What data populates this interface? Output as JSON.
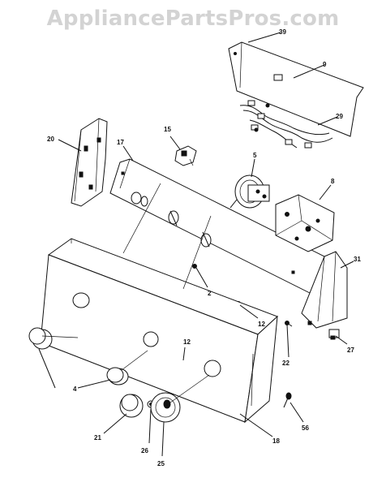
{
  "watermark": "AppliancePartsPros.com",
  "callouts": {
    "p39": "39",
    "p9": "9",
    "p29": "29",
    "p20": "20",
    "p15": "15",
    "p17": "17",
    "p5": "5",
    "p8": "8",
    "p31": "31",
    "p2": "2",
    "p12a": "12",
    "p12b": "12",
    "p22": "22",
    "p27": "27",
    "p4": "4",
    "p21": "21",
    "p26": "26",
    "p25": "25",
    "p18": "18",
    "p56": "56"
  }
}
